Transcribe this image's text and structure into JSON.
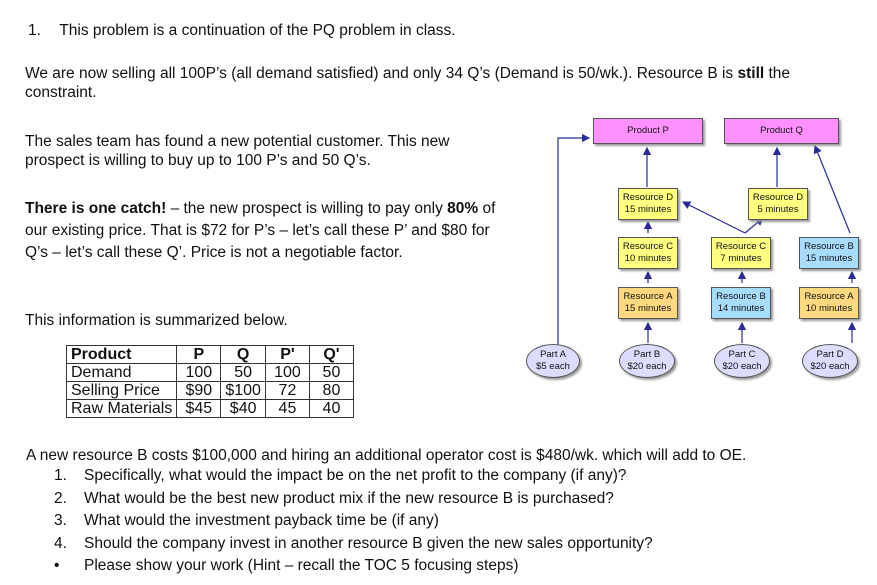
{
  "intro": {
    "num": "1.",
    "text": "This problem is a continuation of the PQ problem in class."
  },
  "para1": {
    "pre": "We are now selling all 100P’s (all demand satisfied) and only 34 Q’s (Demand is 50/wk.). Resource B is ",
    "bold": "still",
    "post": " the constraint."
  },
  "para2": "The sales team has found a new potential customer. This new prospect is willing to buy up to 100 P’s and 50 Q’s.",
  "para3": {
    "bold1": "There is one catch!",
    "mid1": " – the new prospect is willing to pay only ",
    "bold2": "80%",
    "mid2": " of our existing price. That is $72 for P’s – let’s call these P’ and $80 for Q’s – let’s call these Q’. Price is not a negotiable factor."
  },
  "para4": "This information is summarized below.",
  "table": {
    "rows": [
      [
        "Product",
        "P",
        "Q",
        "P'",
        "Q'"
      ],
      [
        "Demand",
        "100",
        "50",
        "100",
        "50"
      ],
      [
        "Selling Price",
        "$90",
        "$100",
        "72",
        "80"
      ],
      [
        "Raw Materials",
        "$45",
        "$40",
        "45",
        "40"
      ]
    ]
  },
  "diagram": {
    "product_p": "Product P",
    "product_q": "Product Q",
    "d1": [
      "Resource D",
      "15 minutes"
    ],
    "d2": [
      "Resource D",
      "5 minutes"
    ],
    "c1": [
      "Resource C",
      "10 minutes"
    ],
    "c2": [
      "Resource C",
      "7 minutes"
    ],
    "b1": [
      "Resource B",
      "15 minutes"
    ],
    "a1": [
      "Resource A",
      "15 minutes"
    ],
    "b2": [
      "Resource B",
      "14 minutes"
    ],
    "a2": [
      "Resource A",
      "10 minutes"
    ],
    "part_a": [
      "Part A",
      "$5 each"
    ],
    "part_b": [
      "Part B",
      "$20 each"
    ],
    "part_c": [
      "Part C",
      "$20 each"
    ],
    "part_d": [
      "Part D",
      "$20 each"
    ],
    "colors": {
      "resource_d": "#ffff80",
      "resource_c": "#ffff80",
      "resource_b": "#a8dcff",
      "resource_a": "#ffd880",
      "product": "#ff90ff",
      "part": "#dcdcff",
      "arrow": "#2a2a9a"
    }
  },
  "para5": "A new resource B costs $100,000 and hiring an additional operator cost is $480/wk. which will add to OE.",
  "questions": [
    {
      "n": "1.",
      "text": "Specifically, what would the impact be on the net profit to the company (if any)?"
    },
    {
      "n": "2.",
      "text": "What would be the best new product mix if the new resource B is purchased?"
    },
    {
      "n": "3.",
      "text": "What would the investment payback time be (if any)"
    },
    {
      "n": "4.",
      "text": "Should the company invest in another resource B given the new sales opportunity?"
    },
    {
      "n": "•",
      "text": "Please show your work (Hint – recall the TOC 5 focusing steps)"
    }
  ]
}
